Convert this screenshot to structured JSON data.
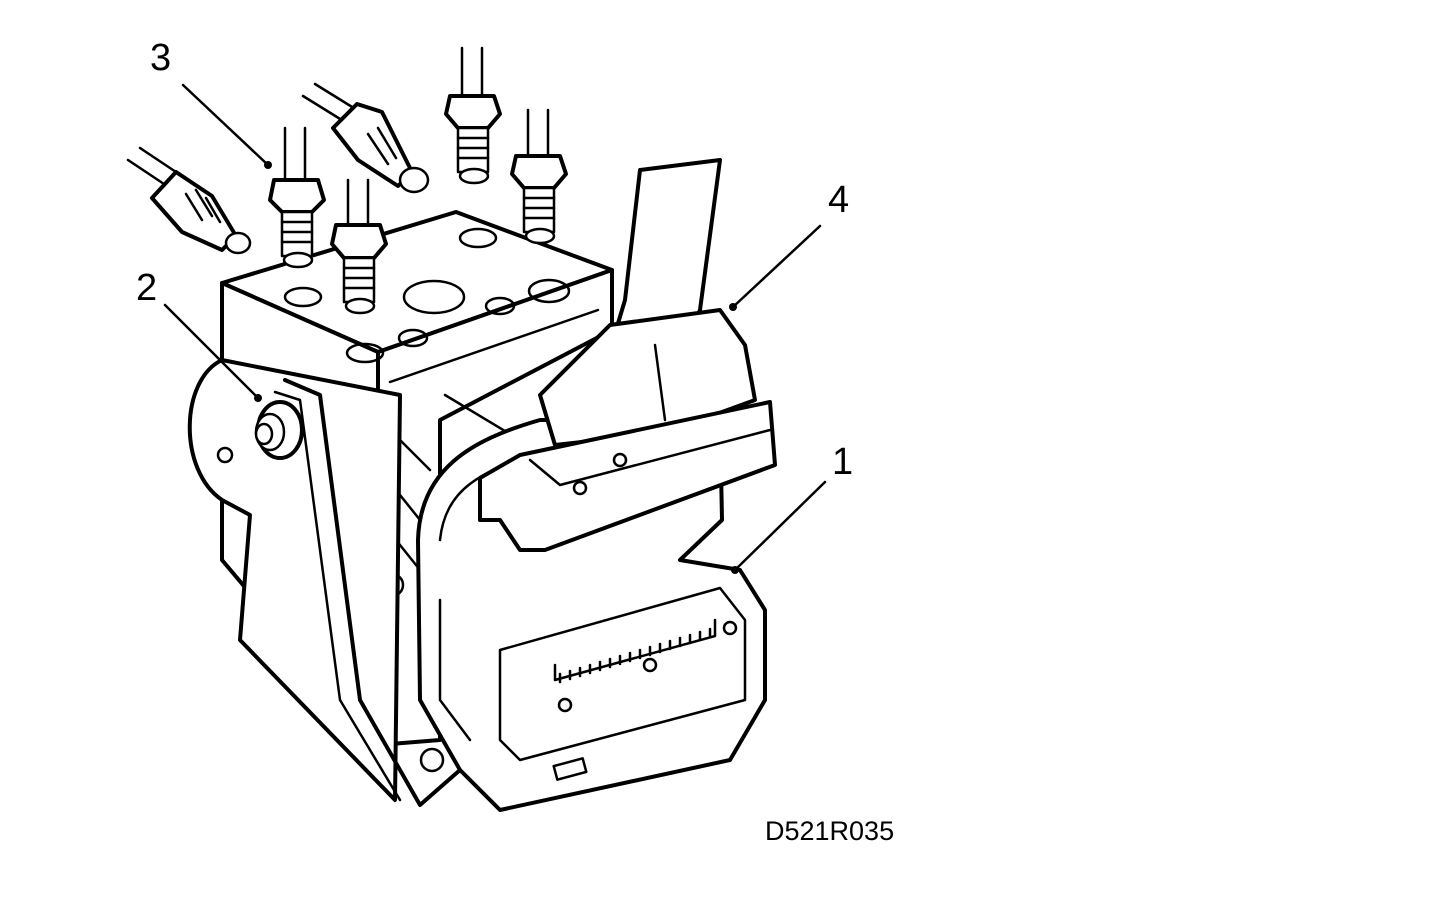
{
  "figure": {
    "code": "D521R035",
    "callouts": [
      {
        "id": "1",
        "label": "1"
      },
      {
        "id": "2",
        "label": "2"
      },
      {
        "id": "3",
        "label": "3"
      },
      {
        "id": "4",
        "label": "4"
      }
    ]
  },
  "colors": {
    "ink": "#000000",
    "paper": "#ffffff"
  }
}
